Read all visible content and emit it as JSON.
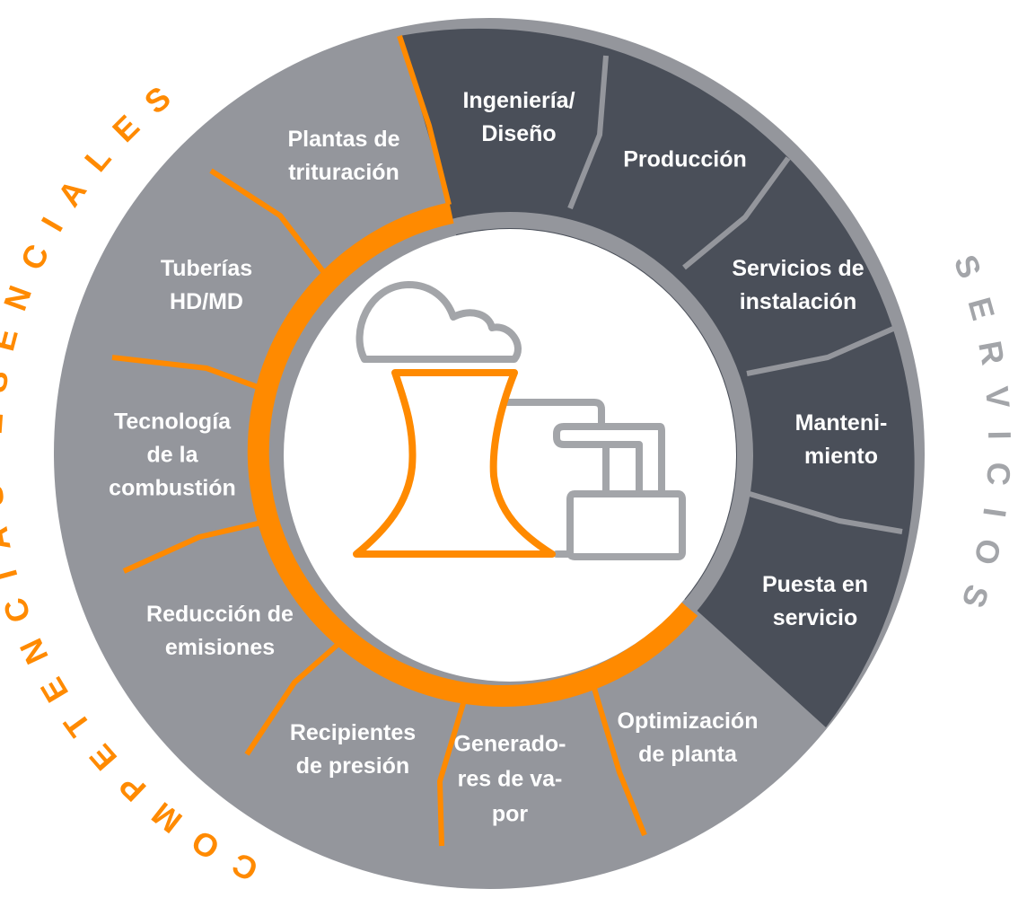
{
  "colors": {
    "orange": "#FF8A00",
    "gray": "#94969C",
    "dark": "#4A4F59",
    "lightgray": "#A3A5A9"
  },
  "arc_titles": {
    "left": "COMPETENCIAS ESENCIALES",
    "right": "SERVICIOS"
  },
  "competencias": [
    {
      "lines": [
        "Plantas de",
        "trituración"
      ]
    },
    {
      "lines": [
        "Tuberías",
        "HD/MD"
      ]
    },
    {
      "lines": [
        "Tecnología",
        "de la",
        "combustión"
      ]
    },
    {
      "lines": [
        "Reducción de",
        "emisiones"
      ]
    },
    {
      "lines": [
        "Recipientes",
        "de presión"
      ]
    },
    {
      "lines": [
        "Generado-",
        "res de va-",
        "por"
      ]
    },
    {
      "lines": [
        "Optimización",
        "de planta"
      ]
    }
  ],
  "servicios": [
    {
      "lines": [
        "Ingeniería/",
        "Diseño"
      ]
    },
    {
      "lines": [
        "Producción"
      ]
    },
    {
      "lines": [
        "Servicios de",
        "instalación"
      ]
    },
    {
      "lines": [
        "Manteni-",
        "miento"
      ]
    },
    {
      "lines": [
        "Puesta en",
        "servicio"
      ]
    }
  ],
  "center_icon": "power-plant-cooling-tower-icon"
}
